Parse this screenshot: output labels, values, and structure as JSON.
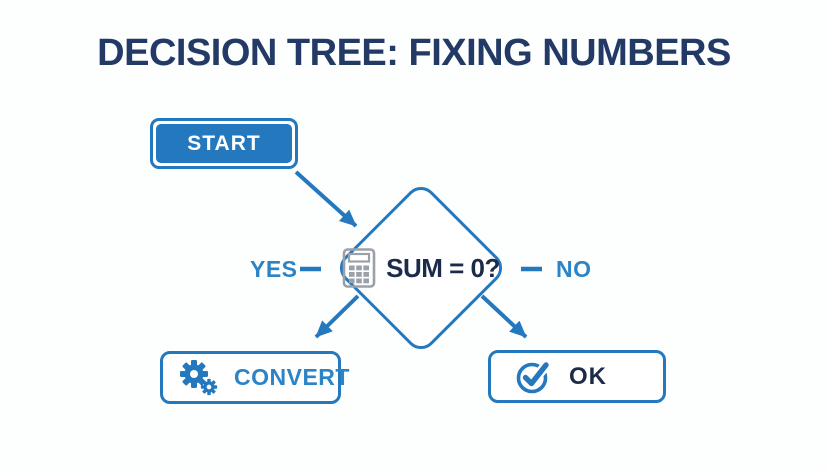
{
  "title": "DECISION TREE: FIXING NUMBERS",
  "nodes": {
    "start": {
      "label": "START"
    },
    "decision": {
      "label": "SUM = 0?",
      "icon": "calculator-icon"
    },
    "convert": {
      "label": "CONVERT",
      "icon": "gears-icon"
    },
    "ok": {
      "label": "OK",
      "icon": "check-circle-icon"
    }
  },
  "branches": {
    "yes_label": "YES",
    "no_label": "NO"
  },
  "colors": {
    "node_blue": "#2478BE",
    "label_blue": "#2C84C6",
    "title_navy": "#233A66",
    "text_dark": "#1D2B4A",
    "icon_gray": "#9BA1A9",
    "background": "#FDFEFE"
  }
}
